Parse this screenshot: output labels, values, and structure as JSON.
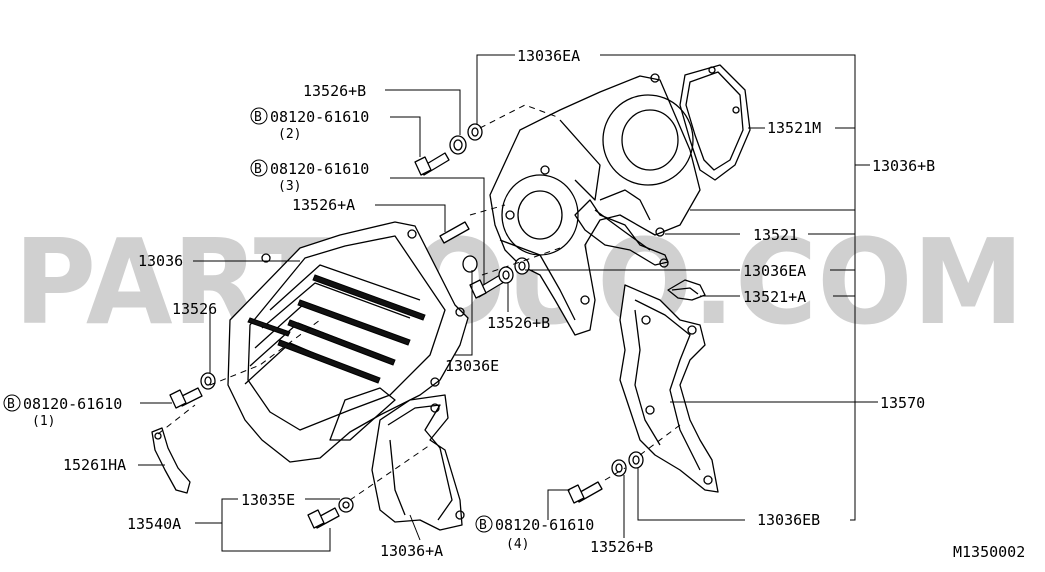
{
  "watermark": "PARTSOUQ.COM",
  "diagram_code": "M1350002",
  "labels": {
    "p13036EA_top": "13036EA",
    "p13526B_top": "13526+B",
    "bolt2_num": "08120-61610",
    "bolt2_qty": "(2)",
    "bolt3_num": "08120-61610",
    "bolt3_qty": "(3)",
    "p13526A": "13526+A",
    "p13036": "13036",
    "p13526": "13526",
    "bolt1_num": "08120-61610",
    "bolt1_qty": "(1)",
    "p15261HA": "15261HA",
    "p13540A": "13540A",
    "p13035E": "13035E",
    "p13036A": "13036+A",
    "bolt4_num": "08120-61610",
    "bolt4_qty": "(4)",
    "p13526B_bot": "13526+B",
    "p13526B_mid": "13526+B",
    "p13036E": "13036E",
    "p13521M": "13521M",
    "p13036B": "13036+B",
    "p13521": "13521",
    "p13036EA_mid": "13036EA",
    "p13521A": "13521+A",
    "p13570": "13570",
    "p13036EB": "13036EB"
  },
  "bolt_badge": "B"
}
